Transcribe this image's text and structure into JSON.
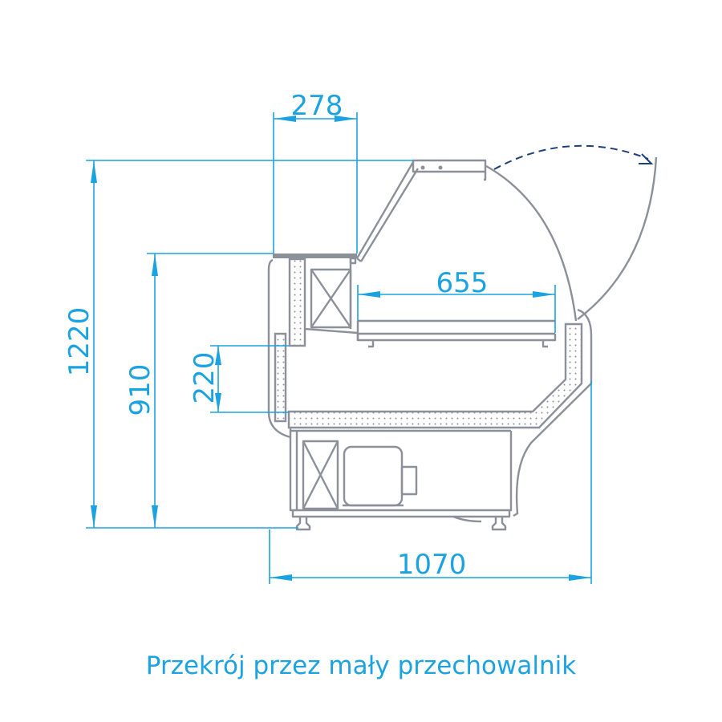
{
  "dimensions": {
    "top_width": "278",
    "total_height": "1220",
    "counter_height": "910",
    "shelf_gap": "220",
    "shelf_depth": "655",
    "total_depth": "1070"
  },
  "caption": "Przekrój przez mały przechowalnik",
  "colors": {
    "dimension": "#1ba3e1",
    "outline": "#8b9099",
    "arrow": "#1d3f7a"
  }
}
